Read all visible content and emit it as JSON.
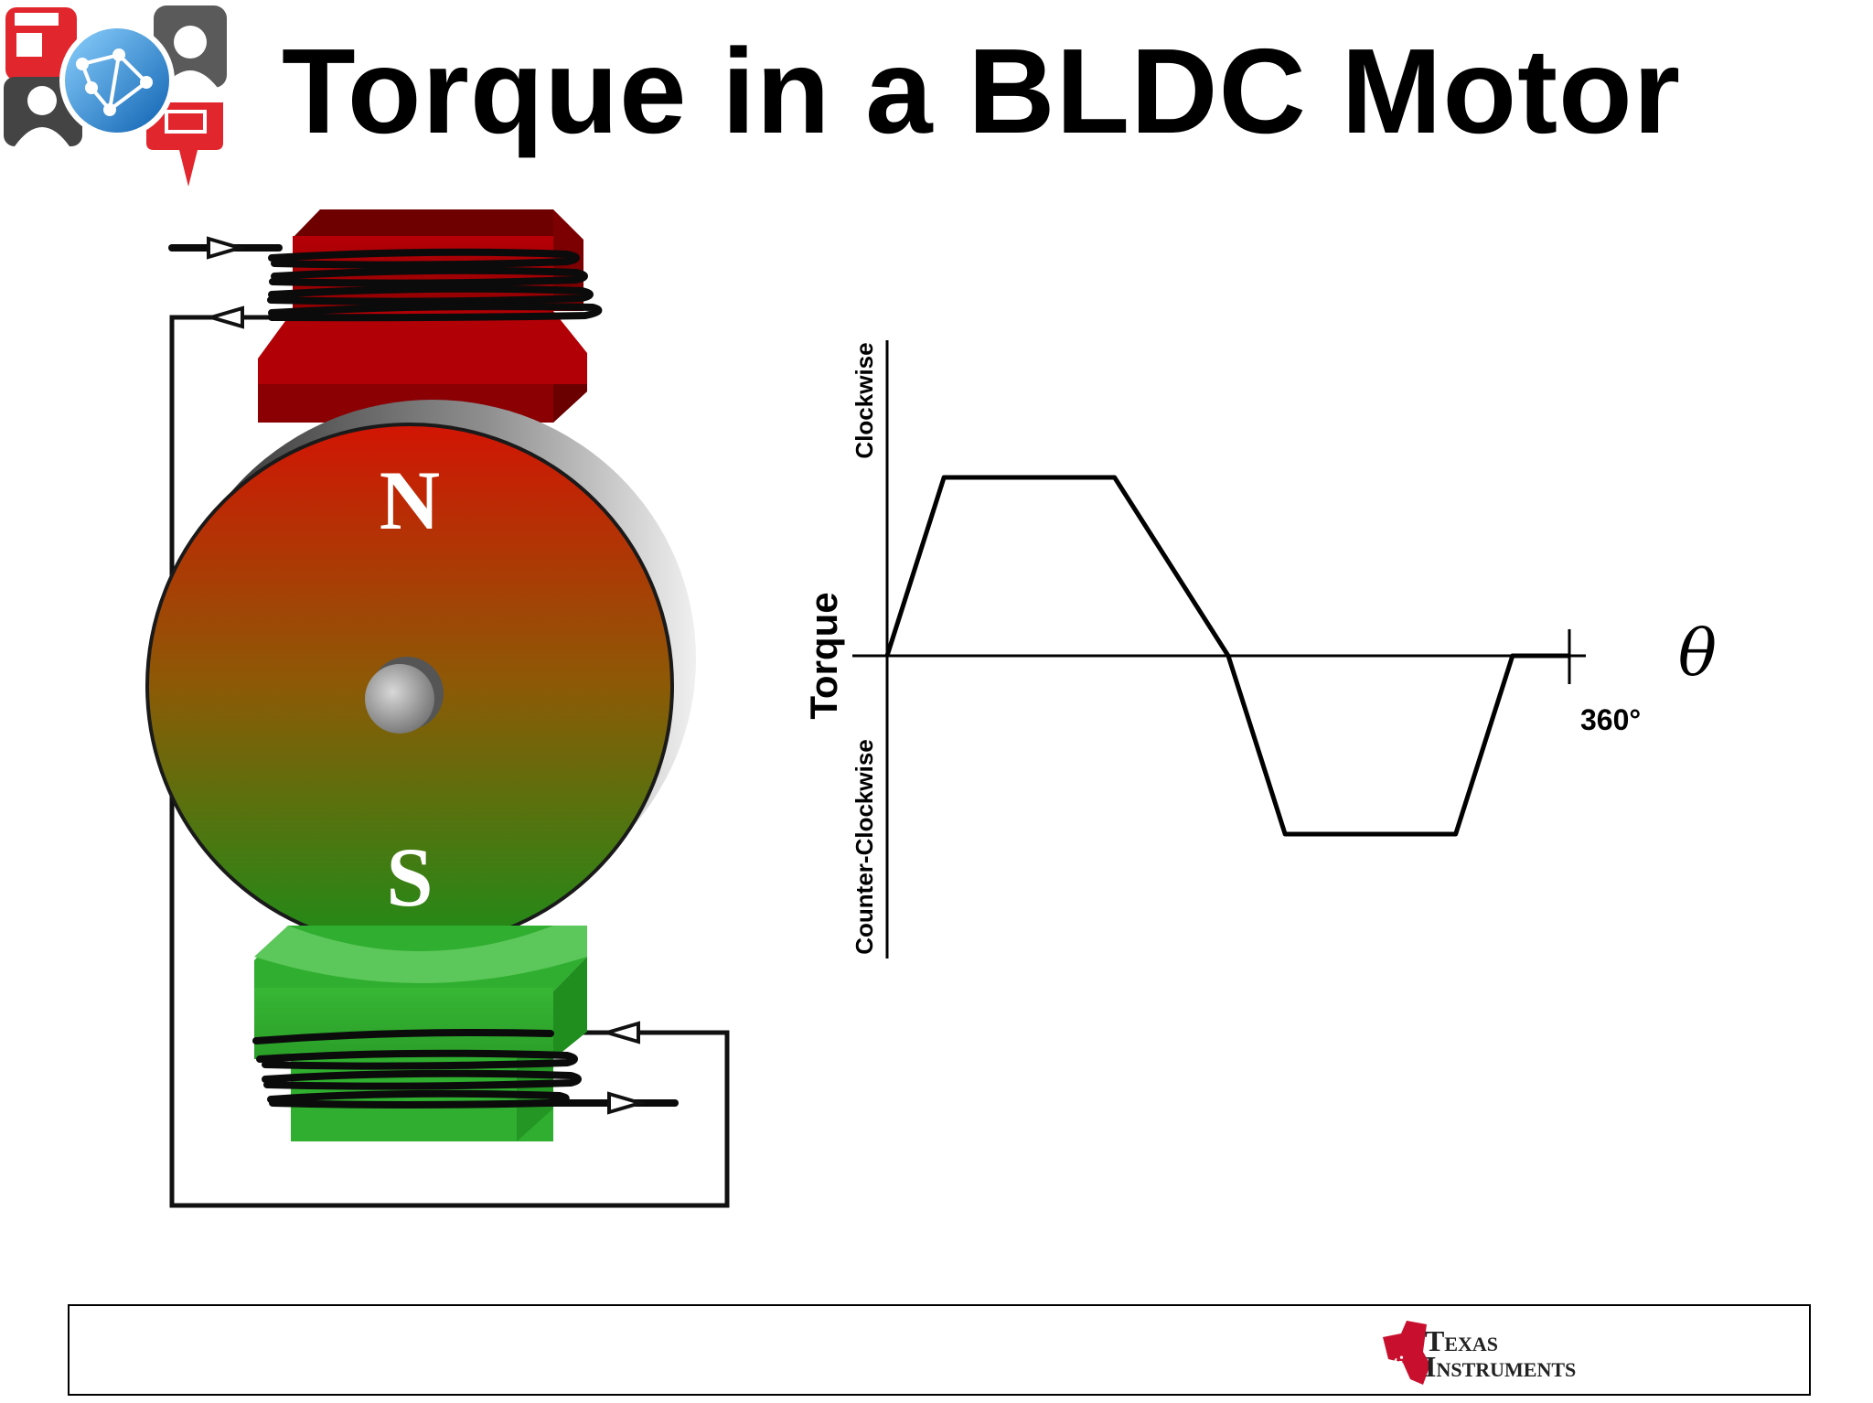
{
  "slide": {
    "title": "Torque in a BLDC Motor"
  },
  "motor": {
    "rotor_pole_top": "N",
    "rotor_pole_bottom": "S",
    "colors": {
      "stator_top": "#a30004",
      "stator_bottom": "#2fae2f",
      "rotor_top": "#cc1a06",
      "rotor_bottom": "#22881b"
    }
  },
  "graph": {
    "y_label": "Torque",
    "y_positive_label": "Clockwise",
    "y_negative_label": "Counter-Clockwise",
    "x_symbol": "θ",
    "x_end_label": "360°"
  },
  "chart_data": {
    "type": "line",
    "x": [
      0,
      30,
      120,
      150,
      180,
      210,
      300,
      330,
      360
    ],
    "values": [
      0,
      1,
      1,
      0.5,
      0,
      -1,
      -1,
      0,
      0
    ],
    "xlim": [
      0,
      360
    ],
    "ylim": [
      -1,
      1
    ]
  },
  "footer": {
    "brand_line1": "Texas",
    "brand_line2": "Instruments",
    "brand_color": "#c8102e"
  }
}
